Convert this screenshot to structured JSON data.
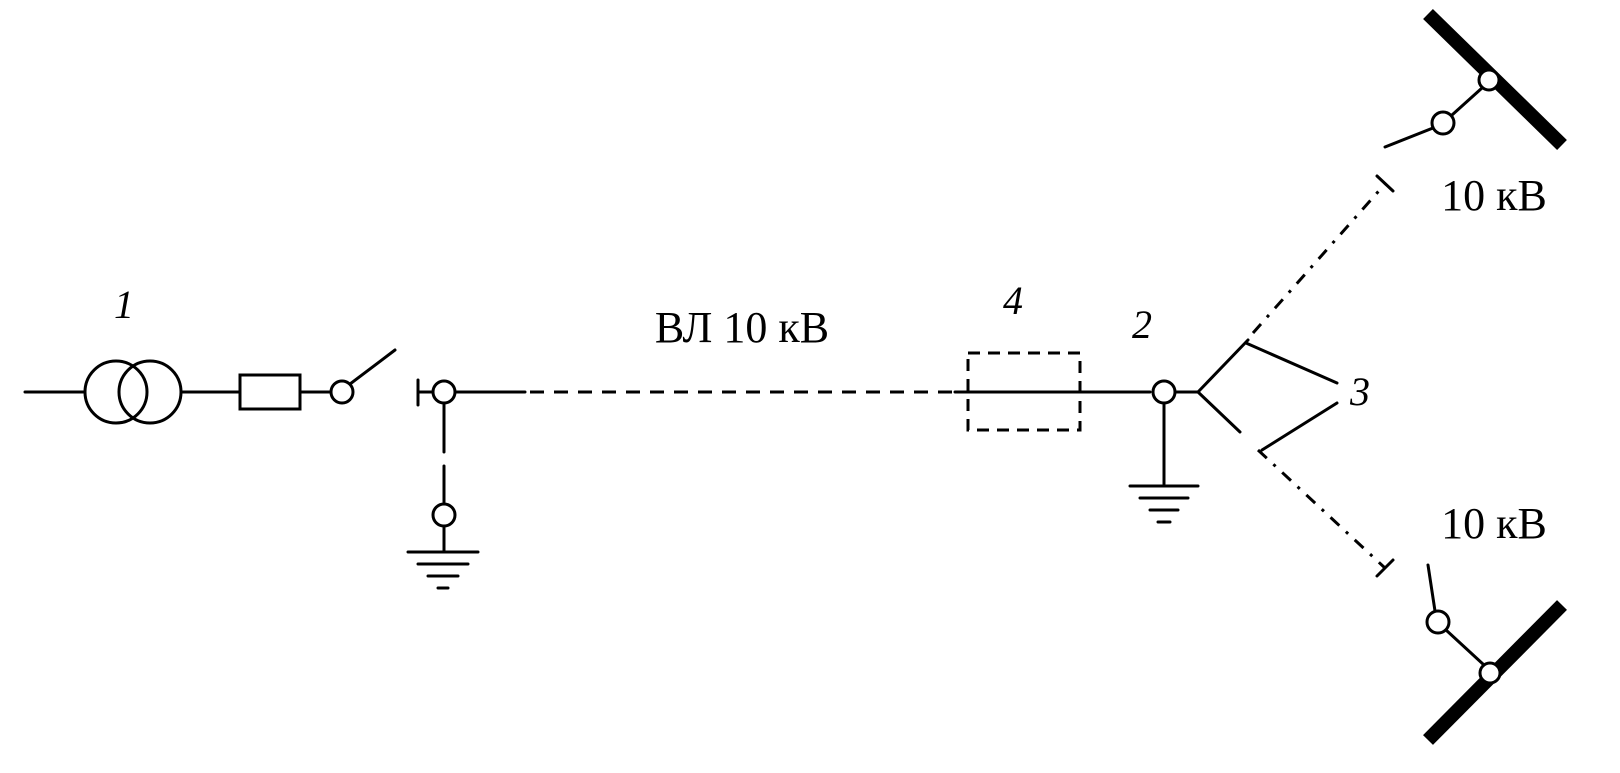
{
  "labels": {
    "line_label": "ВЛ 10 кВ",
    "voltage_top": "10 кВ",
    "voltage_bottom": "10 кВ",
    "callout_1": "1",
    "callout_2": "2",
    "callout_3": "3",
    "callout_4": "4"
  }
}
